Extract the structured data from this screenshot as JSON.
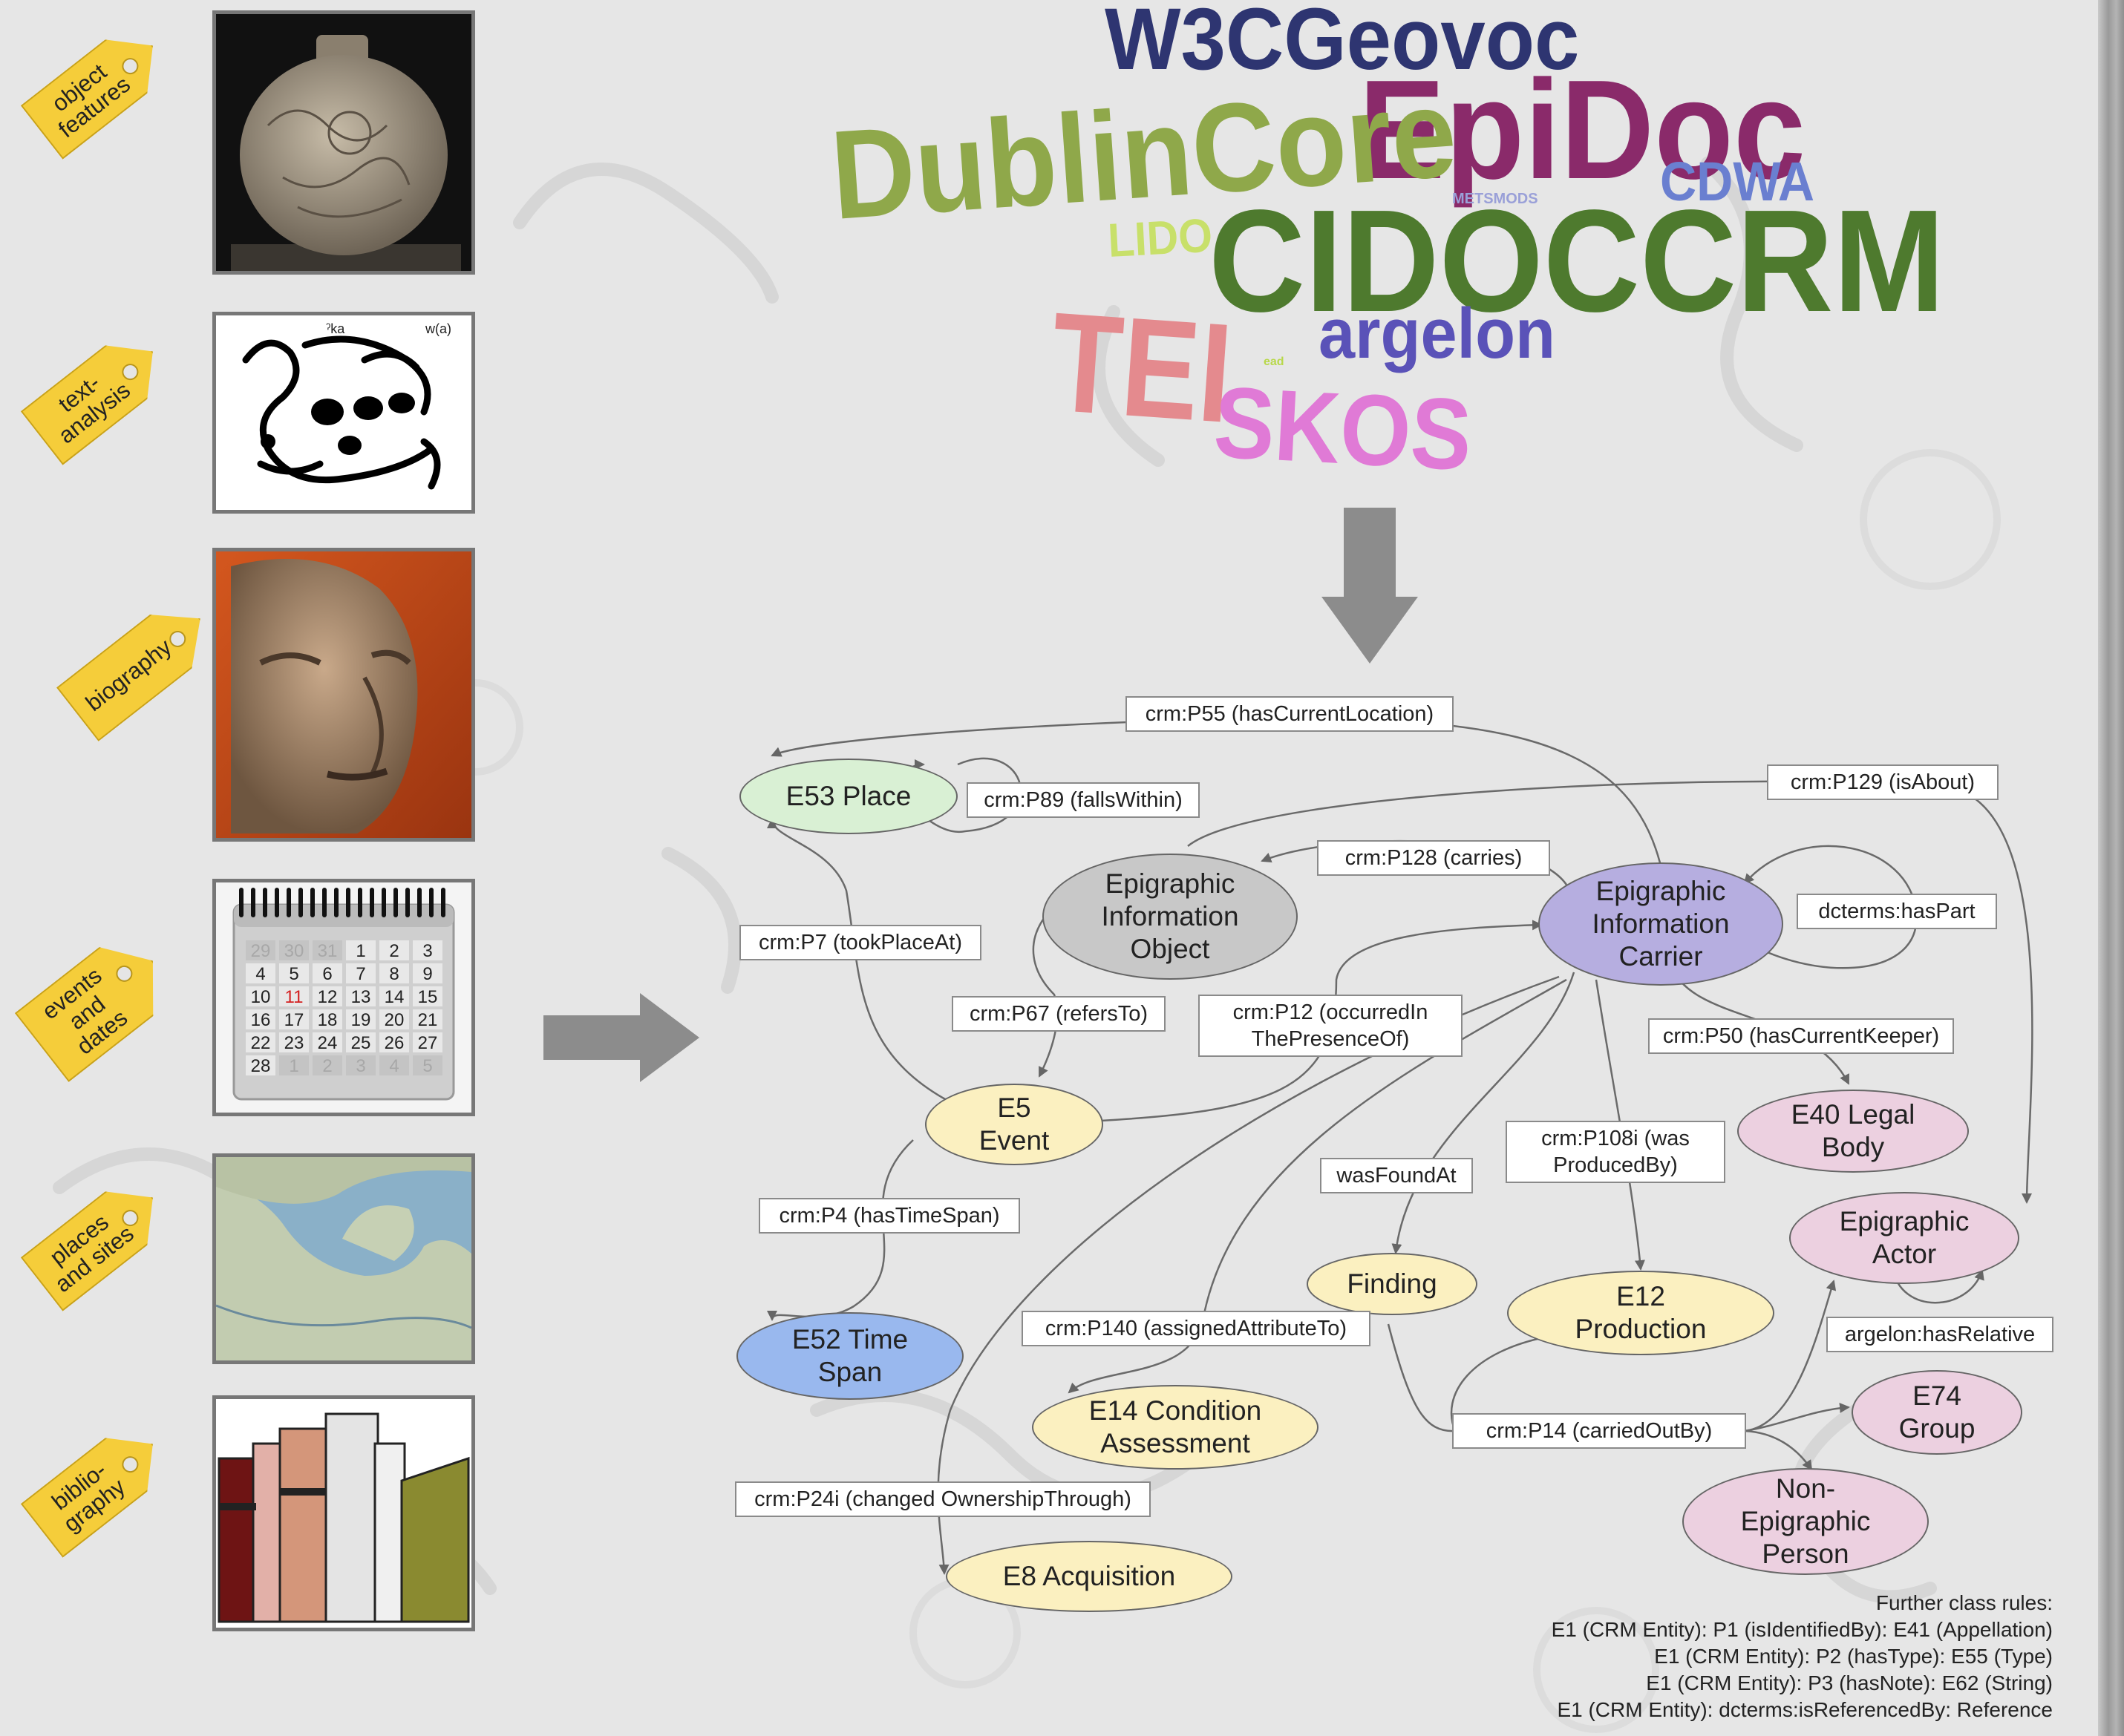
{
  "tags": [
    "object\nfeatures",
    "text-\nanalysis",
    "biography",
    "events\nand\ndates",
    "places\nand sites",
    "biblio-\ngraphy"
  ],
  "glyph_labels": {
    "left": "ˀka",
    "right": "w(a)"
  },
  "calendar": {
    "days": [
      [
        "29",
        "30",
        "31",
        "1",
        "2",
        "3"
      ],
      [
        "4",
        "5",
        "6",
        "7",
        "8",
        "9"
      ],
      [
        "10",
        "11",
        "12",
        "13",
        "14",
        "15"
      ],
      [
        "16",
        "17",
        "18",
        "19",
        "20",
        "21"
      ],
      [
        "22",
        "23",
        "24",
        "25",
        "26",
        "27"
      ],
      [
        "28",
        "1",
        "2",
        "3",
        "4",
        "5"
      ]
    ],
    "highlight": "11"
  },
  "word_cloud": [
    {
      "text": "W3CGeovoc",
      "color": "#2e3571"
    },
    {
      "text": "EpiDoc",
      "color": "#8a2a6a"
    },
    {
      "text": "DublinCore",
      "color": "#8fa84a"
    },
    {
      "text": "CDWA",
      "color": "#6a7fd0"
    },
    {
      "text": "METSMODS",
      "color": "#9aa0d8"
    },
    {
      "text": "LIDO",
      "color": "#c8e06a"
    },
    {
      "text": "CIDOCCRM",
      "color": "#4e7a2e"
    },
    {
      "text": "argelon",
      "color": "#5a52b8"
    },
    {
      "text": "TEI",
      "color": "#e48a8e"
    },
    {
      "text": "SKOS",
      "color": "#e07ad6"
    },
    {
      "text": "ead",
      "color": "#b8d84a"
    }
  ],
  "nodes": {
    "e53": "E53 Place",
    "eio": "Epigraphic\nInformation\nObject",
    "eic": "Epigraphic\nInformation\nCarrier",
    "e5": "E5\nEvent",
    "e40": "E40 Legal\nBody",
    "eactor": "Epigraphic\nActor",
    "finding": "Finding",
    "e12": "E12\nProduction",
    "e52": "E52 Time\nSpan",
    "e14": "E14 Condition\nAssessment",
    "e74": "E74\nGroup",
    "nep": "Non-\nEpigraphic\nPerson",
    "e8": "E8 Acquisition"
  },
  "edges": {
    "p55": "crm:P55 (hasCurrentLocation)",
    "p89": "crm:P89 (fallsWithin)",
    "p129": "crm:P129 (isAbout)",
    "p128": "crm:P128 (carries)",
    "haspart": "dcterms:hasPart",
    "p7": "crm:P7 (tookPlaceAt)",
    "p67": "crm:P67 (refersTo)",
    "p12": "crm:P12 (occurredIn\nThePresenceOf)",
    "p50": "crm:P50 (hasCurrentKeeper)",
    "p108": "crm:P108i (was\nProducedBy)",
    "foundat": "wasFoundAt",
    "p4": "crm:P4 (hasTimeSpan)",
    "p140": "crm:P140 (assignedAttributeTo)",
    "hasrel": "argelon:hasRelative",
    "p14": "crm:P14 (carriedOutBy)",
    "p24": "crm:P24i (changed OwnershipThrough)"
  },
  "rules": [
    "Further class rules:",
    "E1 (CRM Entity): P1 (isIdentifiedBy): E41 (Appellation)",
    "E1 (CRM Entity): P2 (hasType): E55 (Type)",
    "E1 (CRM Entity): P3 (hasNote): E62 (String)",
    "E1 (CRM Entity): dcterms:isReferencedBy: Reference"
  ],
  "colors": {
    "place": "#d9f0d4",
    "object": "#c8c8c8",
    "carrier": "#b6aee0",
    "event": "#fbf0c0",
    "actor": "#ecd0e0",
    "timespan": "#99b8ee",
    "tag": "#f5cd3a",
    "arrow": "#8c8c8c"
  }
}
